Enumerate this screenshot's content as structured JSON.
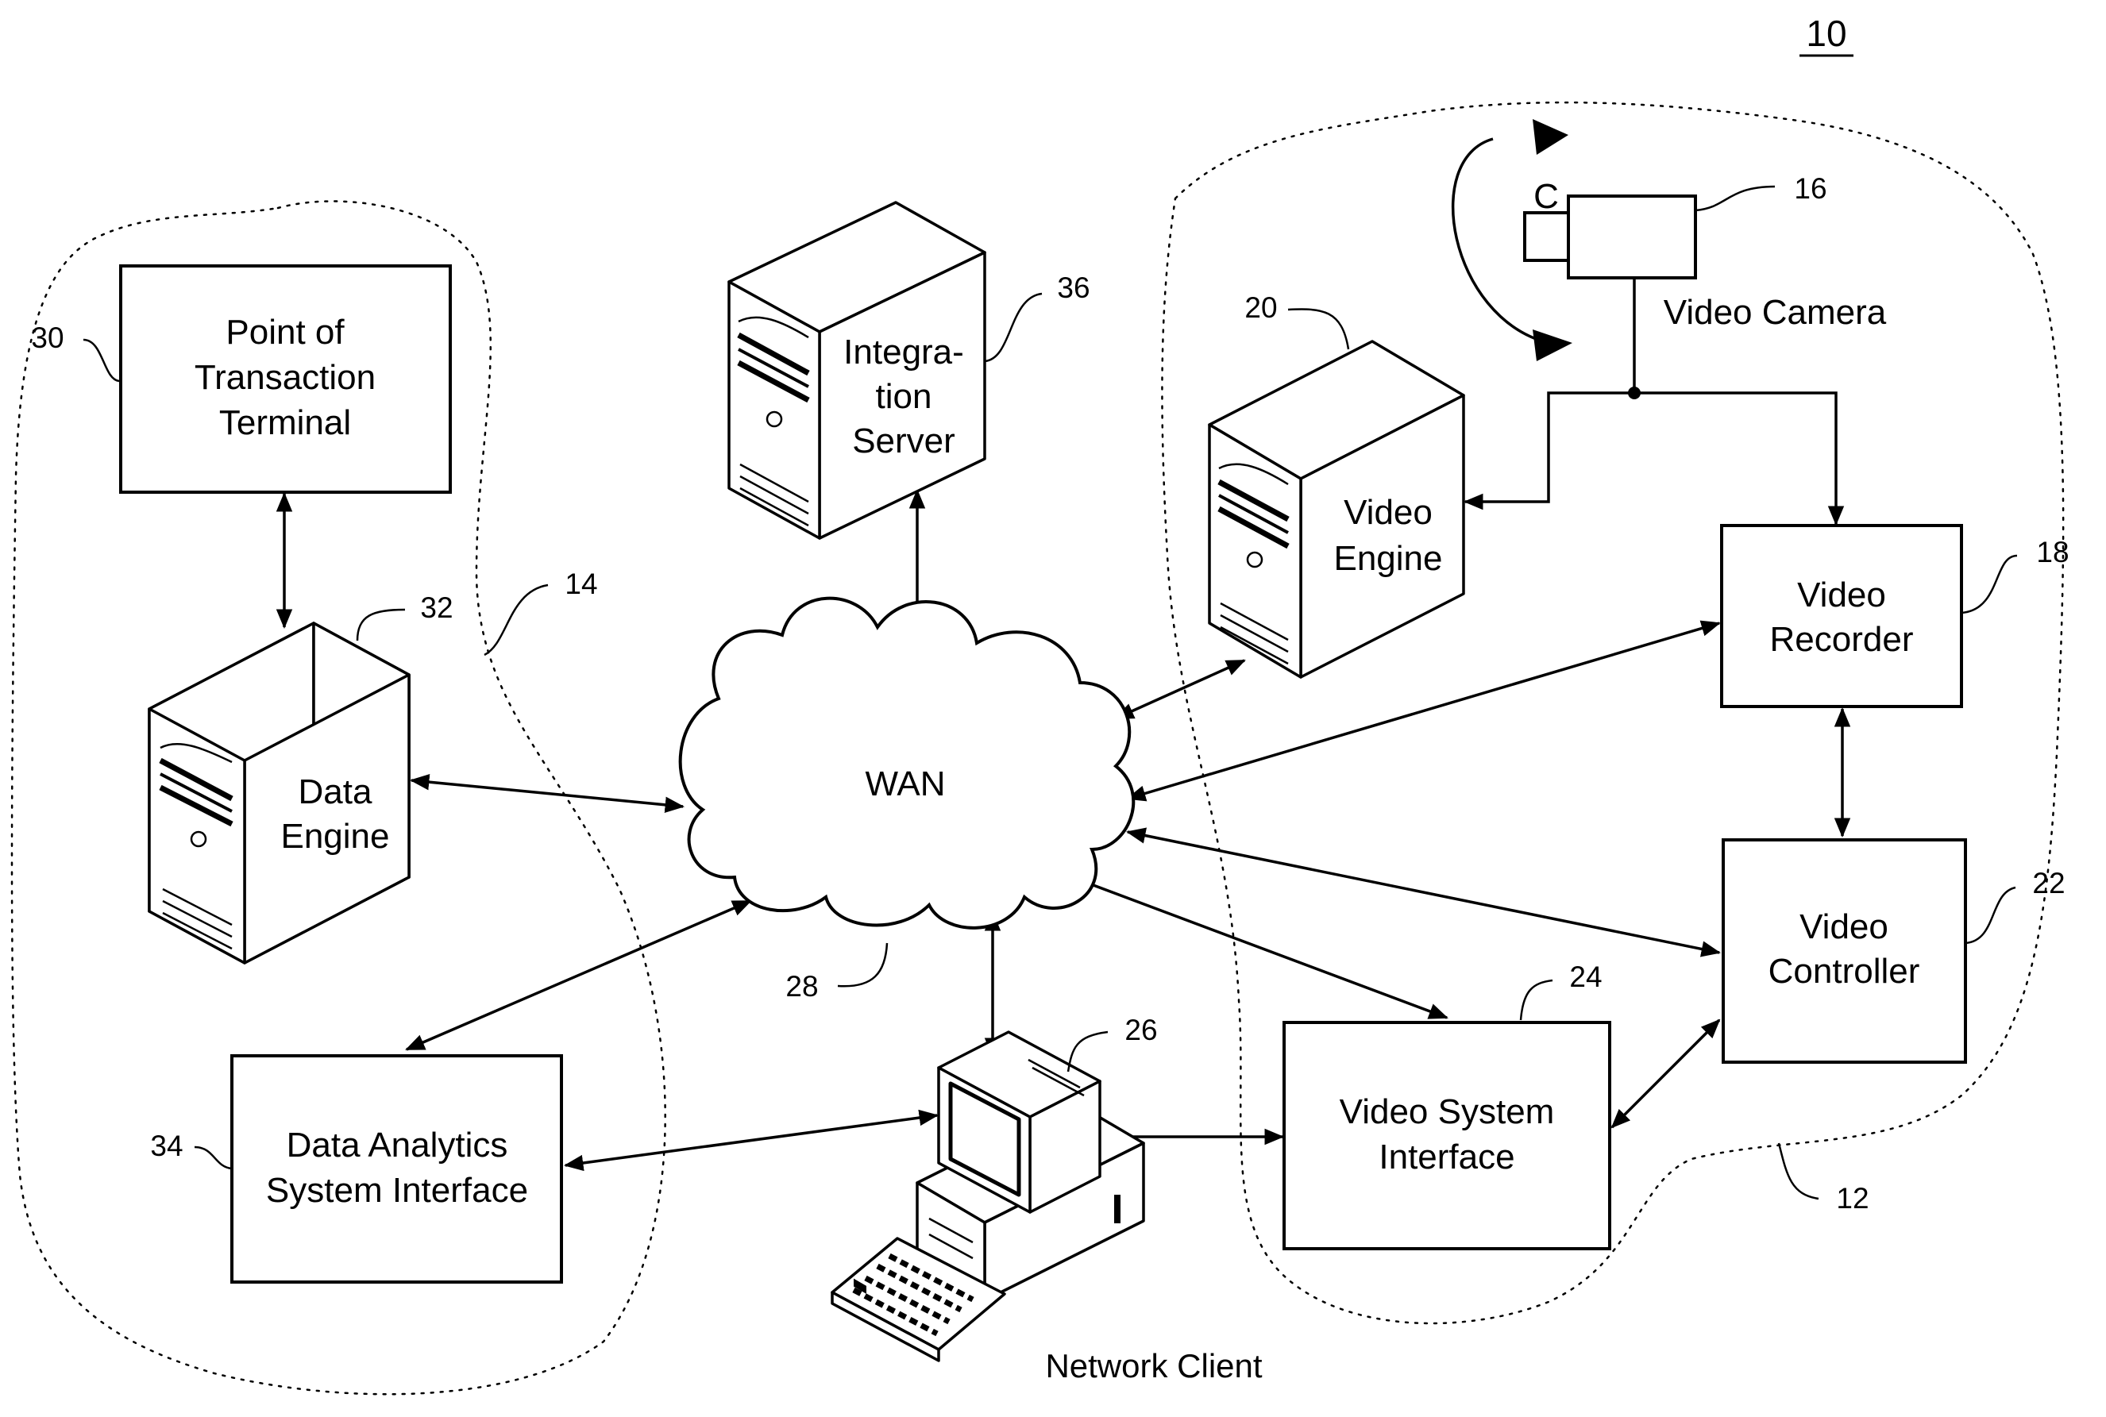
{
  "figure_number": "10",
  "nodes": {
    "point_of_transaction_terminal": {
      "label_lines": [
        "Point of",
        "Transaction",
        "Terminal"
      ],
      "ref": "30"
    },
    "data_engine": {
      "label_lines": [
        "Data",
        "Engine"
      ],
      "ref": "32"
    },
    "data_analytics_system_interface": {
      "label_lines": [
        "Data Analytics",
        "System Interface"
      ],
      "ref": "34"
    },
    "integration_server": {
      "label_lines": [
        "Integra-",
        "tion",
        "Server"
      ],
      "ref": "36"
    },
    "wan": {
      "label": "WAN",
      "ref": "28"
    },
    "network_client": {
      "label": "Network Client",
      "ref": "26"
    },
    "video_camera": {
      "label": "Video Camera",
      "ref": "16",
      "lens_letter": "C"
    },
    "video_engine": {
      "label_lines": [
        "Video",
        "Engine"
      ],
      "ref": "20"
    },
    "video_recorder": {
      "label_lines": [
        "Video",
        "Recorder"
      ],
      "ref": "18"
    },
    "video_controller": {
      "label_lines": [
        "Video",
        "Controller"
      ],
      "ref": "22"
    },
    "video_system_interface": {
      "label_lines": [
        "Video System",
        "Interface"
      ],
      "ref": "24"
    }
  },
  "regions": {
    "data_system": {
      "ref": "14"
    },
    "video_system": {
      "ref": "12"
    }
  }
}
